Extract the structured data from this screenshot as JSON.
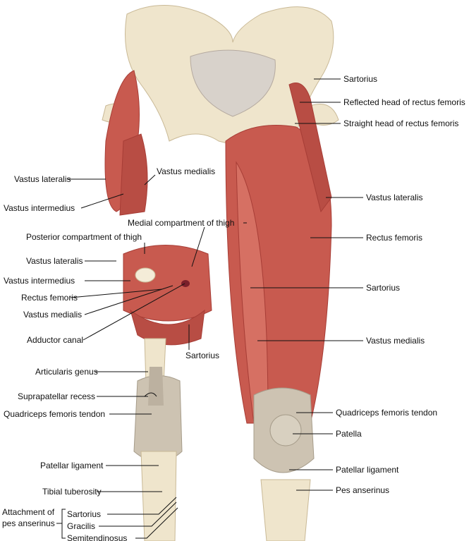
{
  "colors": {
    "bone": "#efe5cc",
    "bone_edge": "#c9b996",
    "muscle": "#c85a4f",
    "muscle_dark": "#a73d36",
    "tendon": "#cdc3b2",
    "line": "#111111"
  },
  "labels": {
    "r_sartorius_top": "Sartorius",
    "r_reflected_head": "Reflected head of rectus femoris",
    "r_straight_head": "Straight head of rectus femoris",
    "r_vastus_lateralis": "Vastus lateralis",
    "r_rectus_femoris": "Rectus femoris",
    "r_sartorius": "Sartorius",
    "r_vastus_medialis": "Vastus medialis",
    "r_quad_tendon": "Quadriceps femoris tendon",
    "r_patella": "Patella",
    "r_patellar_ligament": "Patellar ligament",
    "r_pes_anserinus": "Pes anserinus",
    "medial_compartment": "Medial compartment of thigh",
    "l_vastus_lateralis_top": "Vastus lateralis",
    "l_vastus_medialis_top": "Vastus medialis",
    "l_vastus_intermedius_top": "Vastus intermedius",
    "posterior_compartment": "Posterior compartment of thigh",
    "x_vastus_lateralis": "Vastus lateralis",
    "x_vastus_intermedius": "Vastus intermedius",
    "x_rectus_femoris": "Rectus femoris",
    "x_vastus_medialis": "Vastus medialis",
    "adductor_canal": "Adductor canal",
    "x_sartorius": "Sartorius",
    "articularis_genus": "Articularis genus",
    "suprapatellar_recess": "Suprapatellar recess",
    "l_quad_tendon": "Quadriceps femoris tendon",
    "l_patellar_ligament": "Patellar ligament",
    "tibial_tuberosity": "Tibial tuberosity",
    "attachment_of": "Attachment of",
    "pes_anserinus_group": "pes anserinus",
    "g_sartorius": "Sartorius",
    "g_gracilis": "Gracilis",
    "g_semitendinosus": "Semitendinosus"
  }
}
